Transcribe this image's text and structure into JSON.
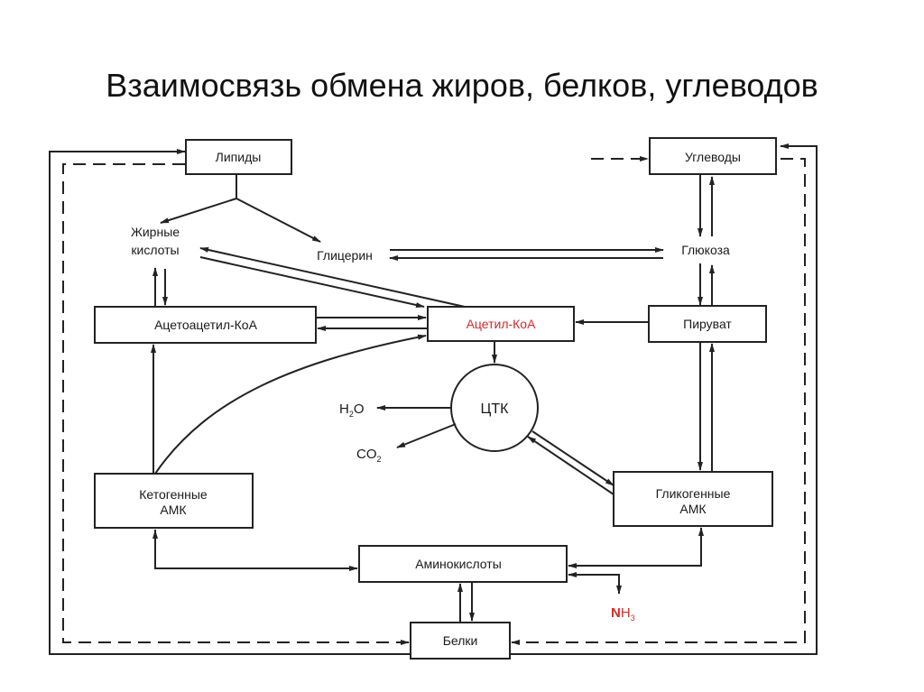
{
  "title": "Взаимосвязь обмена жиров, белков, углеводов",
  "nodes": {
    "lipids": "Липиды",
    "carbs": "Углеводы",
    "fatty_acids_1": "Жирные",
    "fatty_acids_2": "кислоты",
    "glycerol": "Глицерин",
    "glucose": "Глюкоза",
    "acetoacetyl": "Ацетоацетил-КоА",
    "acetyl": "Ацетил-КоА",
    "pyruvate": "Пируват",
    "tca": "ЦТК",
    "h2o_main": "H",
    "h2o_sub": "2",
    "h2o_end": "O",
    "co2_main": "CO",
    "co2_sub": "2",
    "ketogenic_1": "Кетогенные",
    "ketogenic_2": "АМК",
    "glucogenic_1": "Гликогенные",
    "glucogenic_2": "АМК",
    "amino_acids": "Аминокислоты",
    "nh3_n": "N",
    "nh3_h": "H",
    "nh3_sub": "3",
    "proteins": "Белки"
  },
  "colors": {
    "highlight": "#d42a2a",
    "line": "#222222"
  }
}
